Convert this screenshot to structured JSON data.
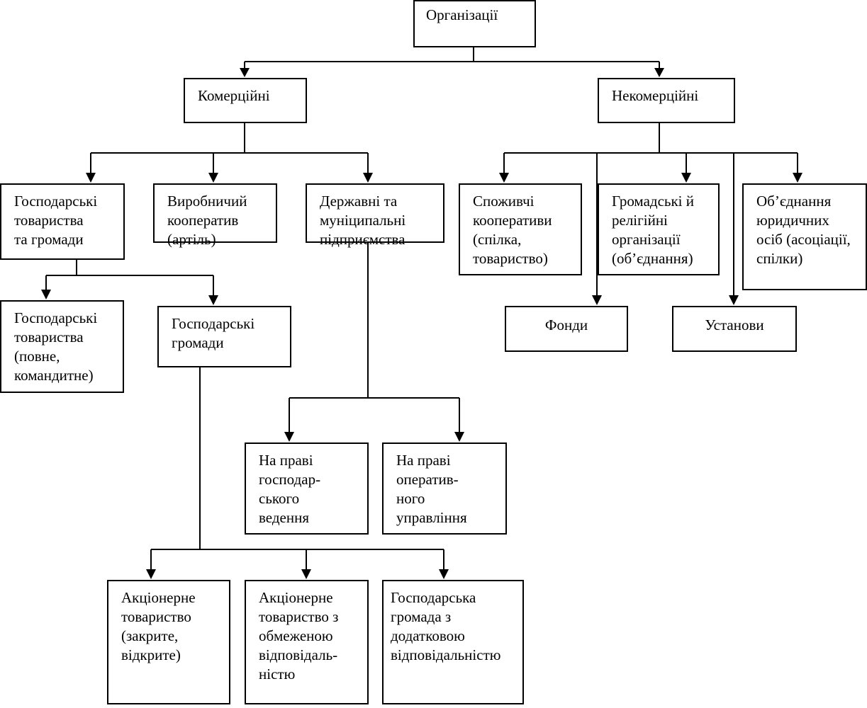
{
  "root": "Організації",
  "commercial": {
    "label": "Комерційні",
    "children": {
      "business_societies": "Господарські\nтовариства\nта громади",
      "production_coop": "Виробничий\nкооператив\n(артіль)",
      "state_municipal": "Державні та\nмуніципальні\nпідприємства"
    },
    "business_partnerships": "Господарські\nтовариства\n(повне,\nкомандитне)",
    "business_communities": "Господарські\nгромади",
    "economic_management": "На праві\nгосподар-\nського\nведення",
    "operational_management": "На праві\nоператив-\nного\nуправління",
    "joint_stock": "Акціонерне\nтовариство\n(закрите,\nвідкрите)",
    "limited_liability": "Акціонерне\nтовариство з\nобмеженою\nвідповідаль-\nністю",
    "additional_liability": "Господарська\nгромада з\nдодатковою\nвідповідальністю"
  },
  "noncommercial": {
    "label": "Некомерційні",
    "consumer_coops": "Споживчі\nкооперативи\n(спілка,\nтовариство)",
    "public_religious": "Громадські й\nрелігійні\nорганізації\n(об’єднання)",
    "legal_entities_assoc": "Об’єднання\nюридичних\nосіб (асоціації,\nспілки)",
    "funds": "Фонди",
    "institutions": "Установи"
  }
}
